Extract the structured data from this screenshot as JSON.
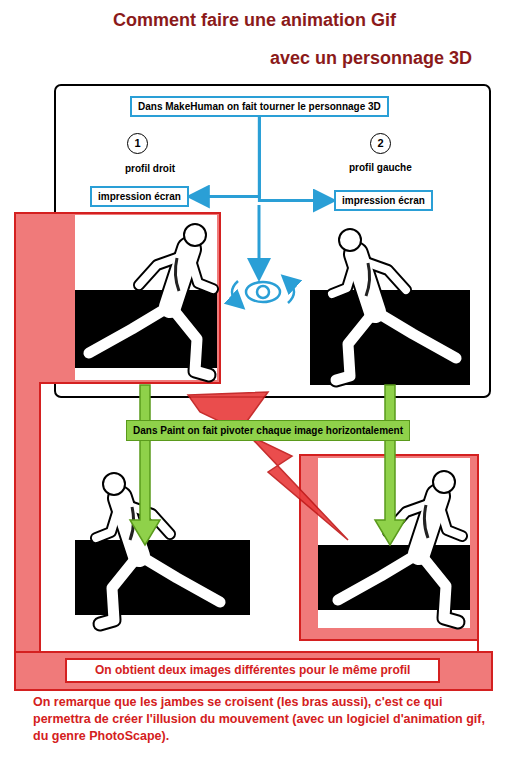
{
  "diagram": {
    "title": "Comment faire une animation Gif",
    "caption": "On remarque que les jambes se croisent (les bras aussi), c'est ce qui permettra de créer l'illusion du mouvement (avec un logiciel d'animation gif, du genre PhotoScape).",
    "nodes": [
      {
        "text": [
          "Dans MakeHuman on fait tourner le personnage 3D"
        ]
      },
      {
        "text": [
          "1"
        ]
      },
      {
        "text": [
          "2"
        ]
      },
      {
        "text": [
          "impression écran"
        ]
      },
      {
        "text": [
          "impression écran"
        ]
      },
      {
        "text": [
          "Dans Paint on fait pivoter chaque image horizontalement"
        ]
      },
      {
        "text": [
          "On obtient deux images différentes pour le même profil"
        ]
      }
    ],
    "edges": [
      {
        "from": 0,
        "to": 3,
        "arrow": "to"
      },
      {
        "from": 0,
        "to": 4,
        "arrow": "to"
      }
    ],
    "labels": [
      "avec un personnage 3D",
      "profil droit",
      "profil gauche"
    ]
  }
}
